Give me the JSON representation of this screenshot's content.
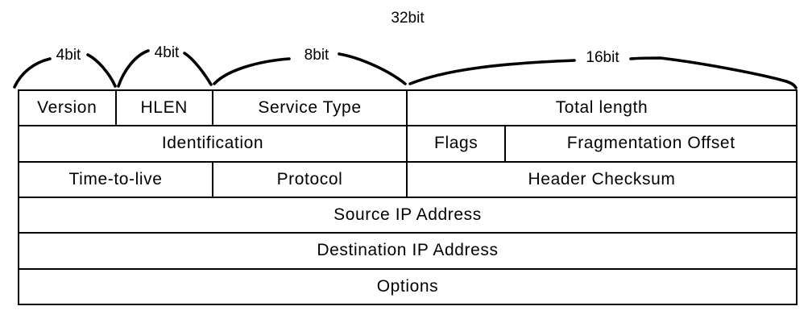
{
  "header": {
    "width_label": "32bit"
  },
  "bit_groups": [
    {
      "label": "4bit"
    },
    {
      "label": "4bit"
    },
    {
      "label": "8bit"
    },
    {
      "label": "16bit"
    }
  ],
  "table": {
    "rows": [
      {
        "cells": [
          {
            "label": "Version"
          },
          {
            "label": "HLEN"
          },
          {
            "label": "Service Type"
          },
          {
            "label": "Total length"
          }
        ]
      },
      {
        "cells": [
          {
            "label": "Identification"
          },
          {
            "label": "Flags"
          },
          {
            "label": "Fragmentation Offset"
          }
        ]
      },
      {
        "cells": [
          {
            "label": "Time-to-live"
          },
          {
            "label": "Protocol"
          },
          {
            "label": "Header Checksum"
          }
        ]
      },
      {
        "cells": [
          {
            "label": "Source IP Address"
          }
        ]
      },
      {
        "cells": [
          {
            "label": "Destination IP Address"
          }
        ]
      },
      {
        "cells": [
          {
            "label": "Options"
          }
        ]
      }
    ]
  },
  "colors": {
    "ink": "#000000",
    "background": "#ffffff"
  }
}
